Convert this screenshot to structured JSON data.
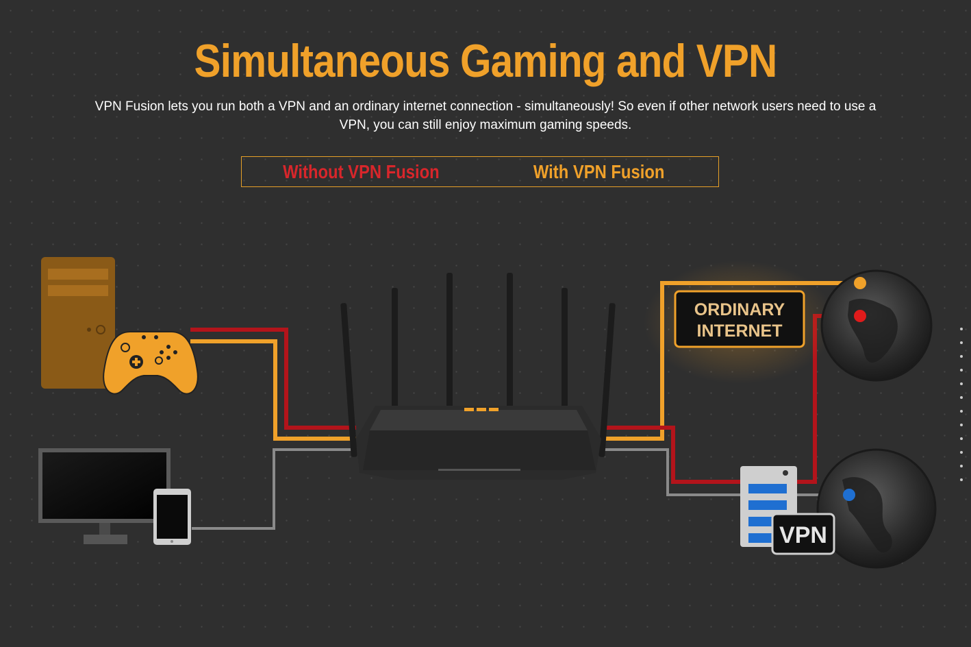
{
  "header": {
    "title": "Simultaneous Gaming and VPN",
    "description": "VPN Fusion lets you run both a VPN and an ordinary internet connection - simultaneously! So even if other network users need to use a VPN, you can still enjoy maximum gaming speeds."
  },
  "toggle": {
    "without_label": "Without VPN Fusion",
    "with_label": "With VPN Fusion"
  },
  "diagram": {
    "ordinary_internet_line1": "ORDINARY",
    "ordinary_internet_line2": "INTERNET",
    "vpn_label": "VPN"
  },
  "colors": {
    "accent_orange": "#f0a12a",
    "line_red": "#b3141b",
    "line_gray": "#8a8a8a",
    "vpn_blue": "#1f6fd1"
  }
}
